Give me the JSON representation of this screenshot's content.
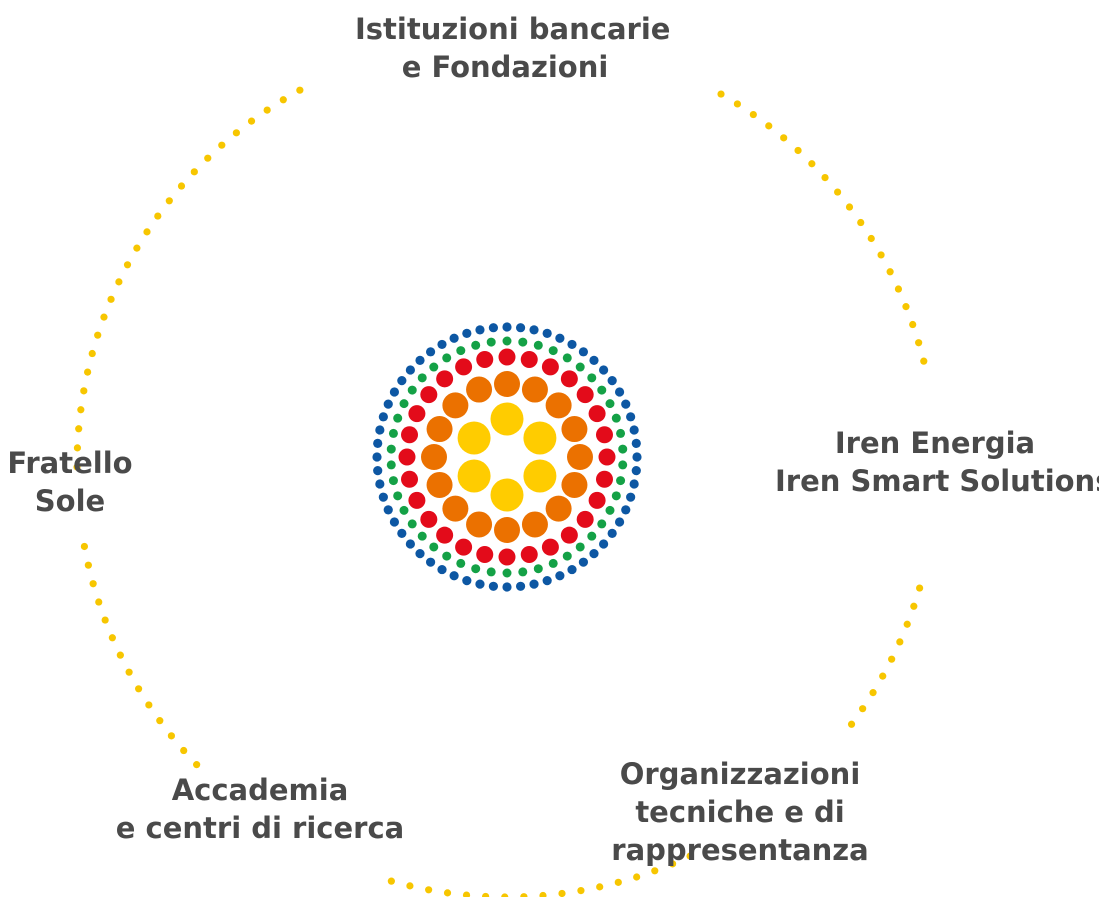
{
  "colors": {
    "outer_ring": "#f7c600",
    "text": "#4a4a4a",
    "core": "#ffcc00",
    "ring_orange": "#eb7100",
    "ring_red": "#e30b1a",
    "ring_green": "#14a146",
    "ring_blue": "#0d57a3"
  },
  "labels": {
    "istituzioni": [
      "Istituzioni bancarie",
      "e Fondazioni"
    ],
    "iren": [
      "Iren Energia",
      "Iren Smart Solutions"
    ],
    "organizzazioni": [
      "Organizzazioni",
      "tecniche e di",
      "rappresentanza"
    ],
    "accademia": [
      "Accademia",
      "e centri di ricerca"
    ],
    "fratello": [
      "Fratello",
      "Sole"
    ]
  },
  "center_icon": "sun-of-colored-dots-icon"
}
